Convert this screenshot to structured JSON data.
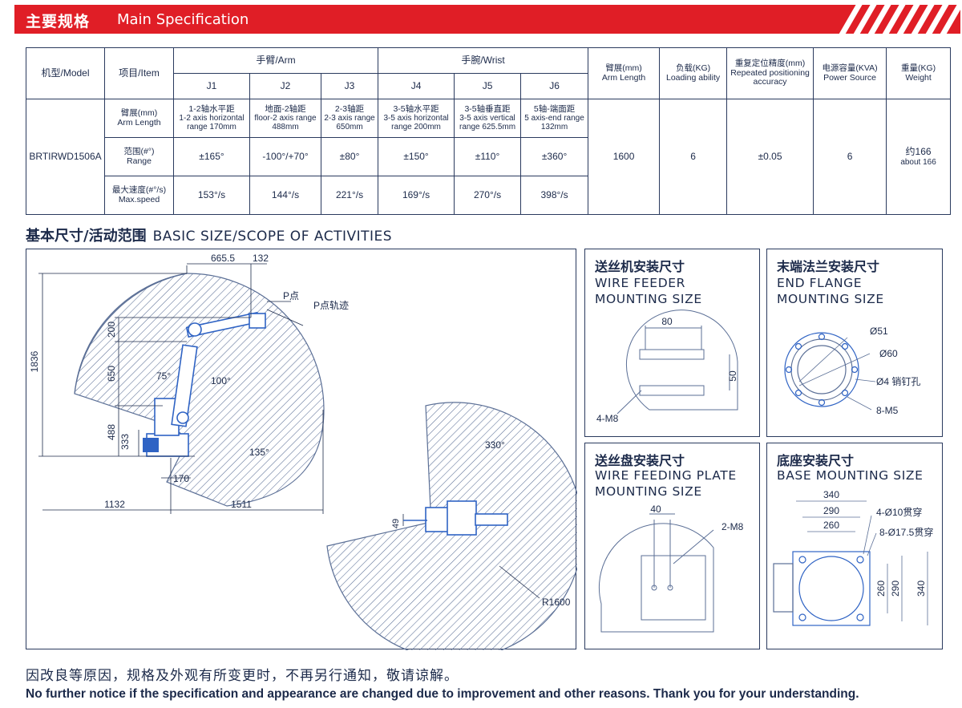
{
  "header": {
    "title_cn": "主要规格",
    "title_en": "Main Specification"
  },
  "spec_table": {
    "model_label": "机型/Model",
    "item_label": "项目/Item",
    "arm_group": "手臂/Arm",
    "wrist_group": "手腕/Wrist",
    "axes": [
      "J1",
      "J2",
      "J3",
      "J4",
      "J5",
      "J6"
    ],
    "col_arm_length": {
      "cn": "臂展(mm)",
      "en": "Arm Length"
    },
    "col_load": {
      "cn": "负载(KG)",
      "en": "Loading ability"
    },
    "col_repeat": {
      "cn": "重复定位精度(mm)",
      "en1": "Repeated positioning",
      "en2": "accuracy"
    },
    "col_power": {
      "cn": "电源容量(KVA)",
      "en": "Power Source"
    },
    "col_weight": {
      "cn": "重量(KG)",
      "en": "Weight"
    },
    "model": "BRTIRWD1506A",
    "row_arm": {
      "label_cn": "臂展(mm)",
      "label_en": "Arm Length",
      "cells": [
        {
          "l1": "1-2轴水平距",
          "l2": "1-2 axis horizontal",
          "l3": "range 170mm"
        },
        {
          "l1": "地面-2轴距",
          "l2": "floor-2 axis range",
          "l3": "488mm"
        },
        {
          "l1": "2-3轴距",
          "l2": "2-3 axis range",
          "l3": "650mm"
        },
        {
          "l1": "3-5轴水平距",
          "l2": "3-5 axis horizontal",
          "l3": "range 200mm"
        },
        {
          "l1": "3-5轴垂直距",
          "l2": "3-5 axis vertical",
          "l3": "range 625.5mm"
        },
        {
          "l1": "5轴-端面距",
          "l2": "5 axis-end range",
          "l3": "132mm"
        }
      ]
    },
    "row_range": {
      "label_cn": "范围(#°)",
      "label_en": "Range",
      "values": [
        "±165°",
        "-100°/+70°",
        "±80°",
        "±150°",
        "±110°",
        "±360°"
      ]
    },
    "row_speed": {
      "label_cn": "最大速度(#°/s)",
      "label_en": "Max.speed",
      "values": [
        "153°/s",
        "144°/s",
        "221°/s",
        "169°/s",
        "270°/s",
        "398°/s"
      ]
    },
    "arm_length": "1600",
    "load": "6",
    "repeat": "±0.05",
    "power": "6",
    "weight_cn": "约166",
    "weight_en": "about 166"
  },
  "section": {
    "title_cn": "基本尺寸/活动范围",
    "title_en": "BASIC SIZE/SCOPE OF ACTIVITIES"
  },
  "main_drawing": {
    "dims": {
      "top1": "665.5",
      "top2": "132",
      "total_h": "1836",
      "h200": "200",
      "h650": "650",
      "h488": "488",
      "h333": "333",
      "w170": "170",
      "w1132": "1132",
      "w1511": "1511",
      "w49": "49",
      "r1600": "R1600"
    },
    "angles": {
      "a75": "75°",
      "a100": "100°",
      "a135": "135°",
      "a330": "330°"
    },
    "labels": {
      "p_point": "P点",
      "p_track": "P点轨迹"
    }
  },
  "panels": {
    "wire_feeder": {
      "cn": "送丝机安装尺寸",
      "en1": "WIRE FEEDER",
      "en2": "MOUNTING SIZE",
      "d80": "80",
      "d50": "50",
      "m8": "4-M8"
    },
    "end_flange": {
      "cn": "末端法兰安装尺寸",
      "en1": "END FLANGE",
      "en2": "MOUNTING SIZE",
      "d51": "Ø51",
      "d60": "Ø60",
      "pin": "Ø4 销钉孔",
      "m5": "8-M5"
    },
    "wire_plate": {
      "cn": "送丝盘安装尺寸",
      "en1": "WIRE FEEDING PLATE",
      "en2": "MOUNTING SIZE",
      "d40": "40",
      "m8": "2-M8"
    },
    "base": {
      "cn": "底座安装尺寸",
      "en1": "BASE MOUNTING SIZE",
      "d340": "340",
      "d290": "290",
      "d260": "260",
      "h10": "4-Ø10贯穿",
      "h17": "8-Ø17.5贯穿"
    }
  },
  "footer": {
    "cn": "因改良等原因，规格及外观有所变更时，不再另行通知，敬请谅解。",
    "en": "No further notice if the specification and appearance are changed due to improvement and other reasons. Thank you for your understanding."
  },
  "colors": {
    "accent": "#e01e26",
    "line": "#2a3a5e",
    "drawing": "#5b6f96",
    "robot": "#2f63c4"
  }
}
